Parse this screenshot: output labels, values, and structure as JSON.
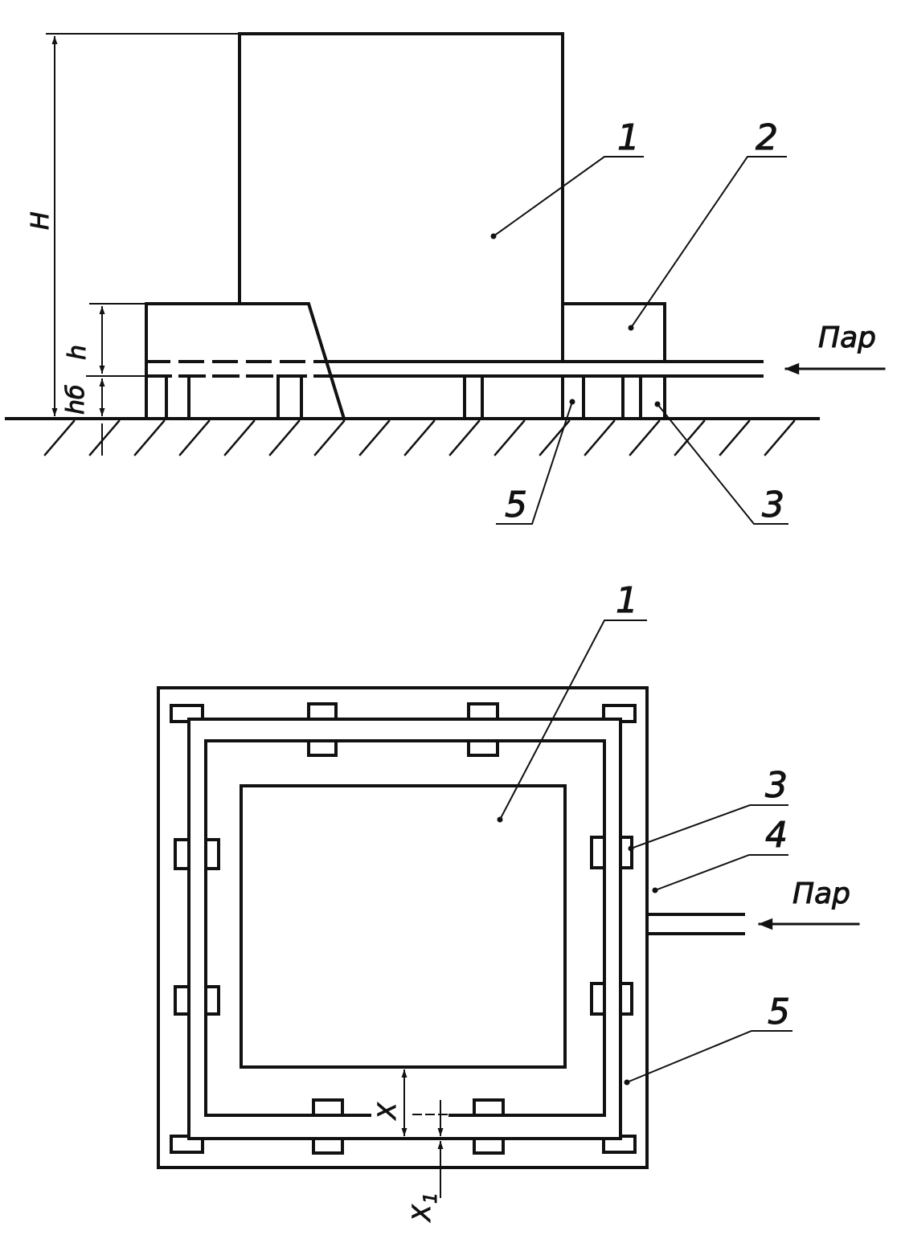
{
  "colors": {
    "ink": "#111111",
    "paper": "#ffffff"
  },
  "side_view": {
    "labels": {
      "item_1": "1",
      "item_2": "2",
      "item_3": "3",
      "item_5": "5",
      "steam": "Пар"
    },
    "dimensions": {
      "total_height": "H",
      "height": "h",
      "base_height": "hб"
    }
  },
  "plan_view": {
    "labels": {
      "item_1": "1",
      "item_3": "3",
      "item_4": "4",
      "item_5": "5",
      "steam": "Пар"
    },
    "dimensions": {
      "gap": "X",
      "gap_1": "X",
      "gap_1_sub": "1"
    }
  }
}
